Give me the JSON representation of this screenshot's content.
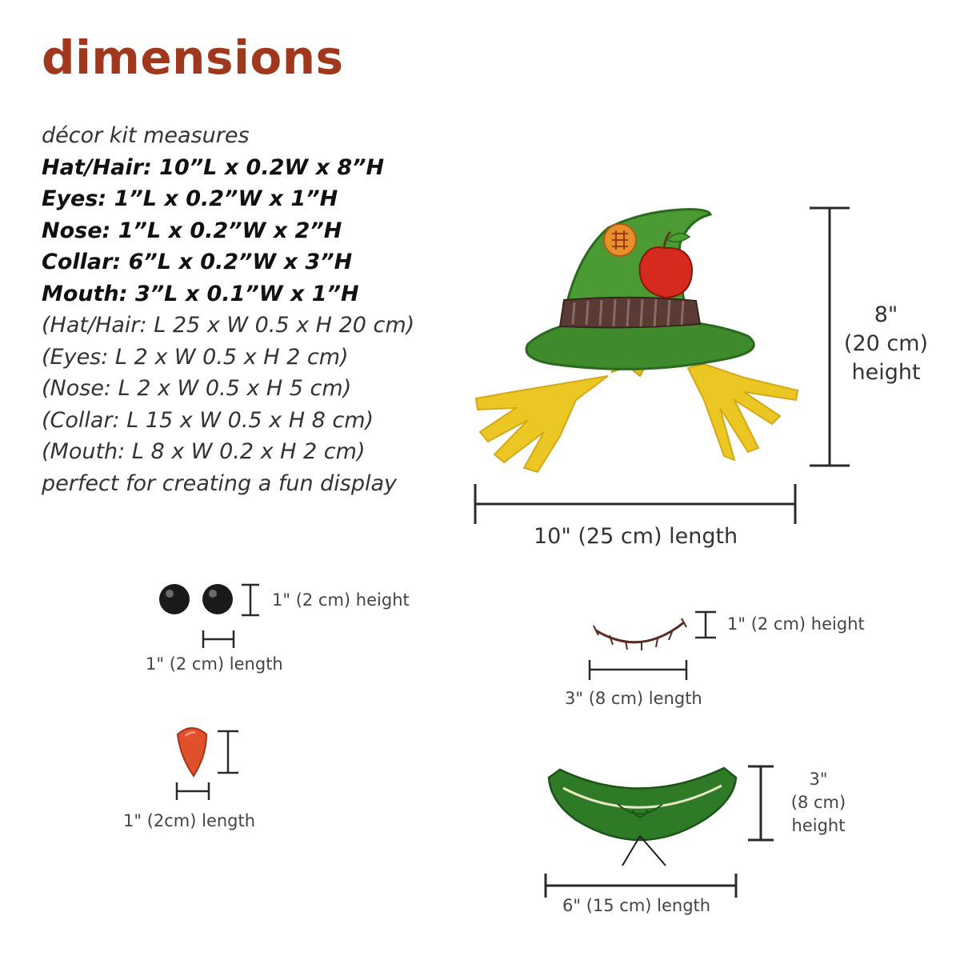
{
  "title": "dimensions",
  "specs": {
    "intro": "décor kit measures",
    "imperial": [
      "Hat/Hair: 10”L x 0.2W x 8”H",
      "Eyes: 1”L x 0.2”W x 1”H",
      "Nose: 1”L x 0.2”W x 2”H",
      "Collar: 6”L x 0.2”W x 3”H",
      "Mouth: 3”L x 0.1”W x 1”H"
    ],
    "metric": [
      "(Hat/Hair: L 25  x W 0.5 x H 20 cm)",
      "(Eyes: L 2 x W 0.5 x H 2 cm)",
      "(Nose: L 2 x W 0.5 x H 5 cm)",
      "(Collar: L 15 x W 0.5 x H 8 cm)",
      "(Mouth: L 8 x W 0.2 x H 2 cm)"
    ],
    "outro": "perfect for creating a fun display"
  },
  "hat": {
    "height_line1": "8\"",
    "height_line2": "(20 cm)",
    "height_line3": "height",
    "length": "10\" (25 cm) length"
  },
  "eyes": {
    "height": "1\" (2 cm) height",
    "length": "1\" (2 cm) length"
  },
  "nose": {
    "length": "1\" (2cm) length"
  },
  "mouth": {
    "height": "1\" (2 cm) height",
    "length": "3\" (8 cm) length"
  },
  "collar": {
    "height_line1": "3\"",
    "height_line2": "(8 cm)",
    "height_line3": "height",
    "length": "6\" (15 cm) length"
  },
  "colors": {
    "title": "#a0381e",
    "hat_green": "#3e8a2c",
    "straw": "#e8c21e",
    "apple": "#d62a1f",
    "collar_green": "#2e7a26",
    "nose": "#e0502a"
  }
}
